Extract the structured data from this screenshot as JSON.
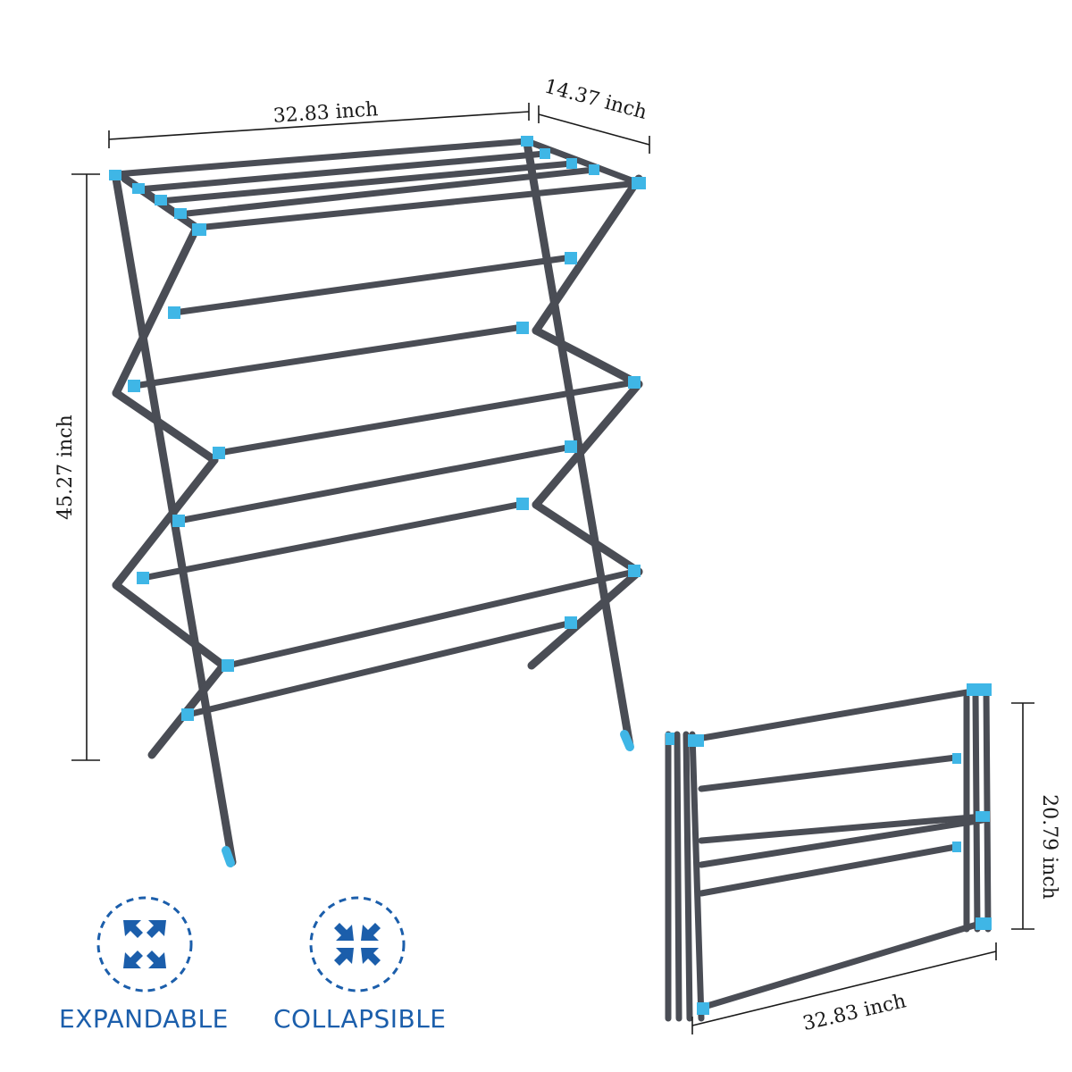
{
  "dimensions": {
    "expanded_width": "32.83 inch",
    "expanded_depth": "14.37 inch",
    "expanded_height": "45.27 inch",
    "folded_height": "20.79 inch",
    "folded_width": "32.83 inch"
  },
  "badges": {
    "expand_label": "EXPANDABLE",
    "collapse_label": "COLLAPSIBLE"
  },
  "colors": {
    "frame": "#4a4d55",
    "connector": "#3fb6e6",
    "badge": "#1b5eab"
  },
  "icons": {
    "expand": "arrows-outward-icon",
    "collapse": "arrows-inward-icon"
  }
}
